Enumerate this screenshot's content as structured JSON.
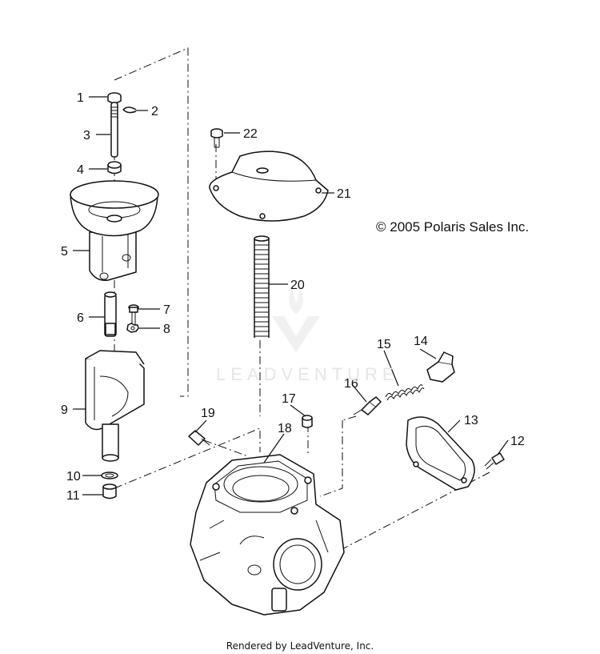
{
  "copyright": "© 2005 Polaris Sales Inc.",
  "footer": "Rendered by LeadVenture, Inc.",
  "watermark": "LEADVENTURE",
  "callouts": [
    "1",
    "2",
    "3",
    "4",
    "5",
    "6",
    "7",
    "8",
    "9",
    "10",
    "11",
    "12",
    "13",
    "14",
    "15",
    "16",
    "17",
    "18",
    "19",
    "20",
    "21",
    "22"
  ]
}
